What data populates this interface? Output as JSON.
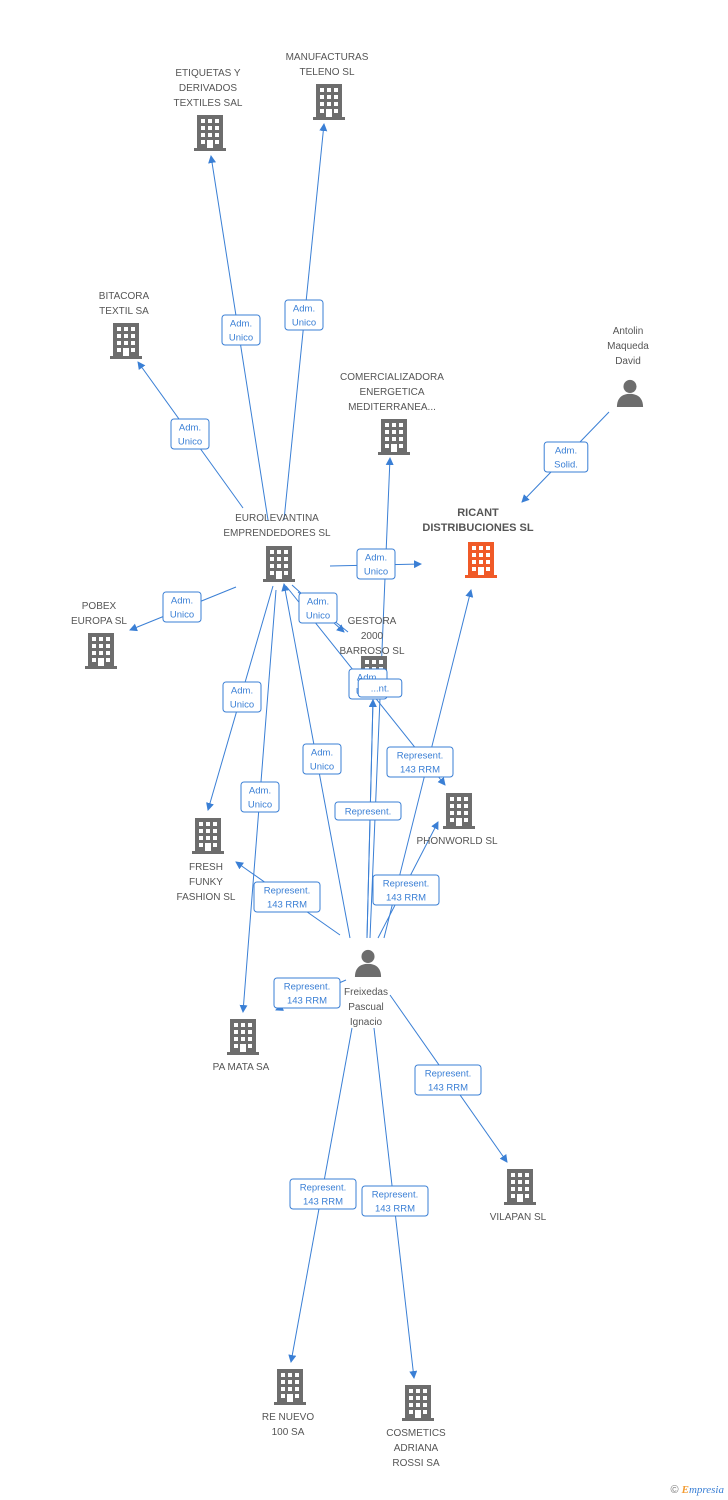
{
  "colors": {
    "company": "#6d6d6d",
    "focus": "#f05a28",
    "person": "#6d6d6d",
    "edge": "#3a7fd5"
  },
  "nodes": [
    {
      "id": "etiquetas",
      "type": "company",
      "lines": [
        "ETIQUETAS Y",
        "DERIVADOS",
        "TEXTILES SAL"
      ]
    },
    {
      "id": "manufacturas",
      "type": "company",
      "lines": [
        "MANUFACTURAS",
        "TELENO SL"
      ]
    },
    {
      "id": "bitacora",
      "type": "company",
      "lines": [
        "BITACORA",
        "TEXTIL SA"
      ]
    },
    {
      "id": "comercializadora",
      "type": "company",
      "lines": [
        "COMERCIALIZADORA",
        "ENERGETICA",
        "MEDITERRANEA..."
      ]
    },
    {
      "id": "antolin",
      "type": "person",
      "lines": [
        "Antolin",
        "Maqueda",
        "David"
      ]
    },
    {
      "id": "ricant",
      "type": "focus",
      "lines": [
        "RICANT",
        "DISTRIBUCIONES SL"
      ]
    },
    {
      "id": "eurolevantina",
      "type": "company",
      "lines": [
        "EUROLEVANTINA",
        "EMPRENDEDORES SL"
      ]
    },
    {
      "id": "pobex",
      "type": "company",
      "lines": [
        "POBEX",
        "EUROPA SL"
      ]
    },
    {
      "id": "gestora",
      "type": "company",
      "lines": [
        "GESTORA",
        "2000",
        "BARROSO SL"
      ]
    },
    {
      "id": "phonworld",
      "type": "company",
      "lines": [
        "PHONWORLD SL"
      ]
    },
    {
      "id": "fresh",
      "type": "company",
      "lines": [
        "FRESH",
        "FUNKY",
        "FASHION SL"
      ]
    },
    {
      "id": "freixedas",
      "type": "person",
      "lines": [
        "Freixedas",
        "Pascual",
        "Ignacio"
      ]
    },
    {
      "id": "pamata",
      "type": "company",
      "lines": [
        "PA MATA SA"
      ]
    },
    {
      "id": "vilapan",
      "type": "company",
      "lines": [
        "VILAPAN SL"
      ]
    },
    {
      "id": "renuevo",
      "type": "company",
      "lines": [
        "RE NUEVO",
        "100 SA"
      ]
    },
    {
      "id": "cosmetics",
      "type": "company",
      "lines": [
        "COSMETICS",
        "ADRIANA",
        "ROSSI SA"
      ]
    }
  ],
  "edges": [
    {
      "from": "eurolevantina",
      "to": "etiquetas",
      "label": [
        "Adm.",
        "Unico"
      ]
    },
    {
      "from": "eurolevantina",
      "to": "manufacturas",
      "label": [
        "Adm.",
        "Unico"
      ]
    },
    {
      "from": "eurolevantina",
      "to": "bitacora",
      "label": [
        "Adm.",
        "Unico"
      ]
    },
    {
      "from": "antolin",
      "to": "ricant",
      "label": [
        "Adm.",
        "Solid."
      ]
    },
    {
      "from": "eurolevantina",
      "to": "ricant",
      "label": [
        "Adm.",
        "Unico"
      ]
    },
    {
      "from": "eurolevantina",
      "to": "pobex",
      "label": [
        "Adm.",
        "Unico"
      ]
    },
    {
      "from": "eurolevantina",
      "to": "gestora",
      "label": [
        "Adm.",
        "Unico"
      ]
    },
    {
      "from": "eurolevantina",
      "to": "fresh",
      "label": [
        "Adm.",
        "Unico"
      ]
    },
    {
      "from": "eurolevantina",
      "to": "pamata",
      "label": [
        "Adm.",
        "Unico"
      ]
    },
    {
      "from": "freixedas",
      "to": "eurolevantina",
      "label": [
        "Adm.",
        "Unico"
      ]
    },
    {
      "from": "freixedas",
      "to": "comercializadora",
      "label": [
        "Represent."
      ]
    },
    {
      "from": "freixedas",
      "to": "gestora",
      "label": [
        "Adm.",
        "Unico"
      ]
    },
    {
      "from": "freixedas",
      "to": "gestora_b",
      "label": [
        "...nt."
      ]
    },
    {
      "from": "freixedas",
      "to": "phonworld",
      "label": [
        "Represent.",
        "143 RRM"
      ]
    },
    {
      "from": "freixedas",
      "to": "ricant",
      "label": [
        "Represent.",
        "143 RRM"
      ]
    },
    {
      "from": "freixedas",
      "to": "fresh",
      "label": [
        "Represent.",
        "143 RRM"
      ]
    },
    {
      "from": "freixedas",
      "to": "pamata",
      "label": [
        "Represent.",
        "143 RRM"
      ]
    },
    {
      "from": "freixedas",
      "to": "vilapan",
      "label": [
        "Represent.",
        "143 RRM"
      ]
    },
    {
      "from": "freixedas",
      "to": "renuevo",
      "label": [
        "Represent.",
        "143 RRM"
      ]
    },
    {
      "from": "freixedas",
      "to": "cosmetics",
      "label": [
        "Represent.",
        "143 RRM"
      ]
    }
  ],
  "footer": {
    "copyright": "©",
    "brand_first": "E",
    "brand_rest": "mpresia"
  }
}
